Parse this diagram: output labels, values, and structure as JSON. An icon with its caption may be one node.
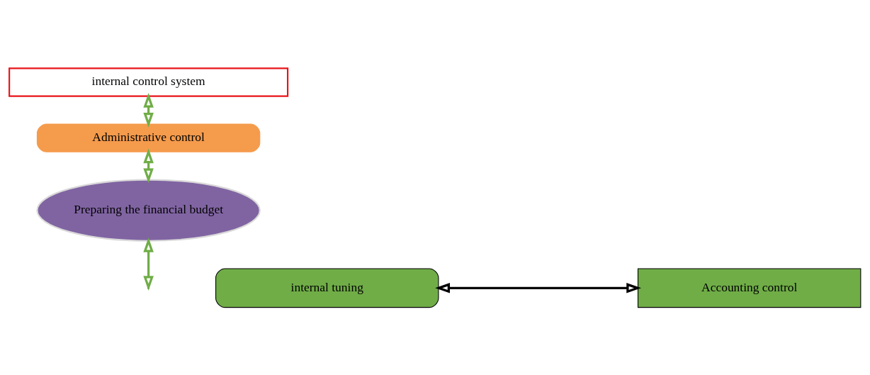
{
  "diagram": {
    "nodes": [
      {
        "text": [
          "internal control system"
        ]
      },
      {
        "text": [
          "Administrative control"
        ]
      },
      {
        "text": [
          "Preparing the financial budget"
        ]
      },
      {
        "text": [
          "internal tuning"
        ]
      },
      {
        "text": [
          "Accounting control"
        ]
      }
    ],
    "edges": [
      {
        "from": 0,
        "to": 1,
        "arrow": "both"
      },
      {
        "from": 1,
        "to": 2,
        "arrow": "both"
      },
      {
        "from": 2,
        "to": null,
        "arrow": "both"
      },
      {
        "from": 3,
        "to": 4,
        "arrow": "both",
        "color": "#000000"
      }
    ]
  }
}
